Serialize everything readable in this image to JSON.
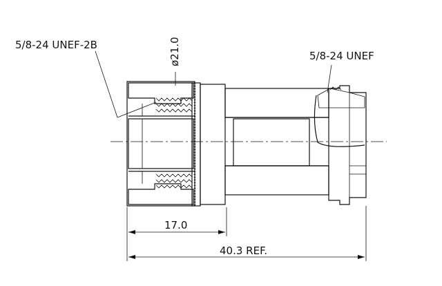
{
  "callouts": {
    "left_thread": "5/8-24 UNEF-2B",
    "diameter": "ø21.0",
    "right_thread": "5/8-24 UNEF"
  },
  "dimensions": {
    "inner_length": "17.0",
    "overall_length": "40.3 REF."
  }
}
